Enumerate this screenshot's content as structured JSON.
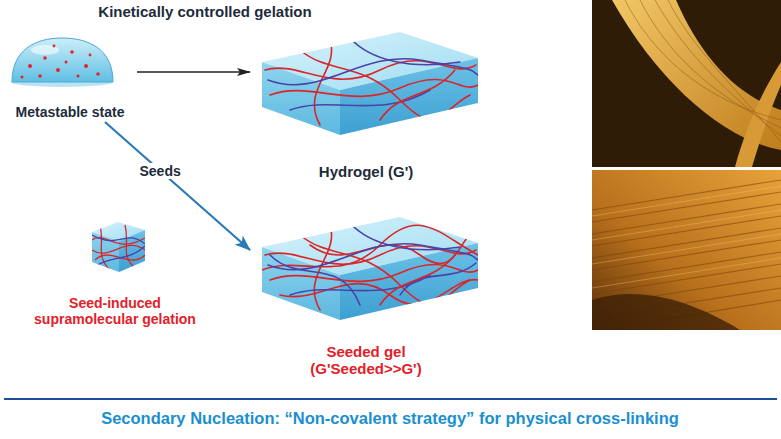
{
  "diagram": {
    "caption": "Secondary Nucleation: “Non-covalent strategy” for physical cross-linking",
    "nodes": [
      {
        "text": [
          "Metastable state"
        ]
      },
      {
        "text": [
          "Hydrogel (G')"
        ]
      },
      {
        "text": [
          "Seed-induced supramolecular gelation"
        ]
      },
      {
        "text": [
          "Seeded gel (G'Seeded>>G')"
        ]
      }
    ],
    "edges": [
      {
        "from": 0,
        "to": 1,
        "arrow": "to"
      },
      {
        "from": 0,
        "to": 3,
        "label": "Seeds",
        "arrow": "to"
      }
    ],
    "labels": [
      "Kinetically controlled gelation"
    ]
  }
}
